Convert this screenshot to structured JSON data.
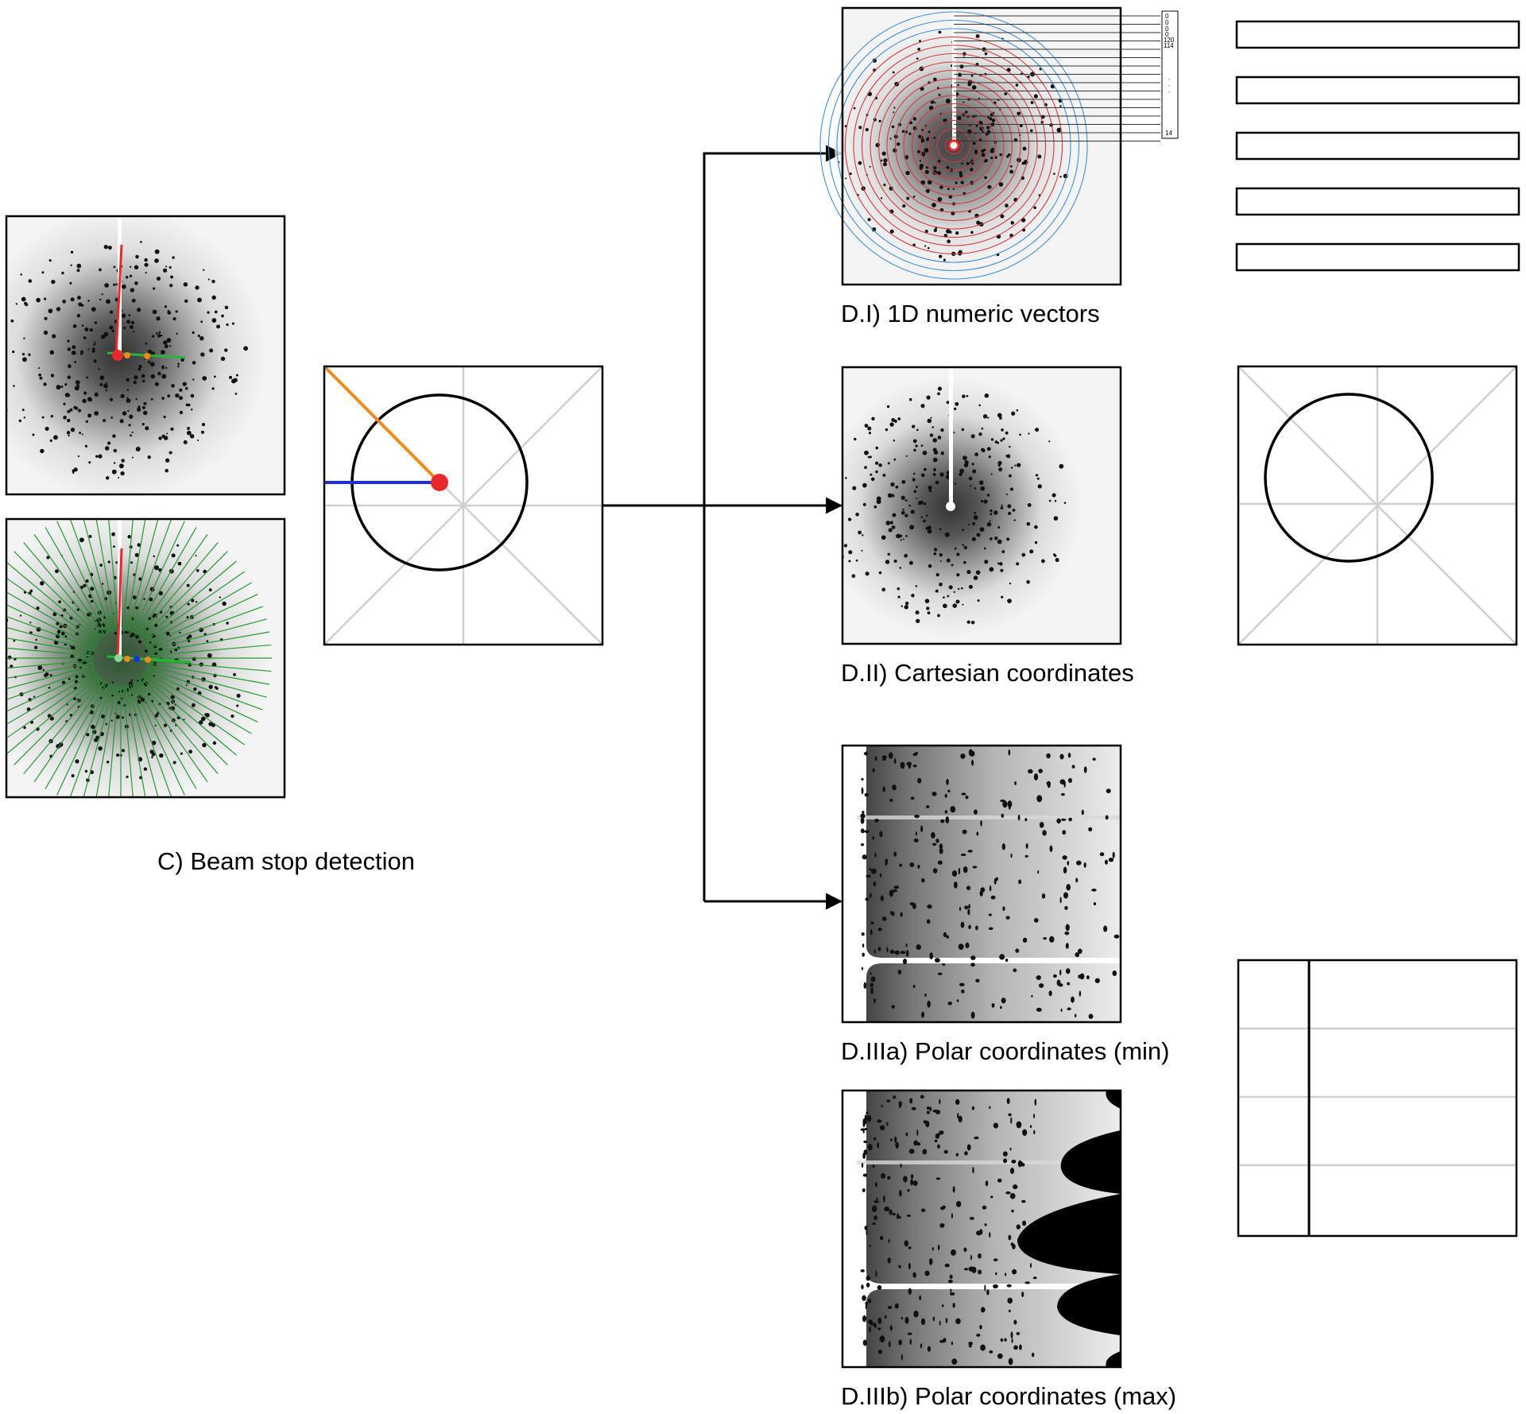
{
  "captions": {
    "c": "C) Beam stop detection",
    "d1": "D.I) 1D numeric vectors",
    "d2": "D.II) Cartesian coordinates",
    "d3a": "D.IIIa) Polar coordinates (min)",
    "d3b": "D.IIIb) Polar coordinates (max)"
  },
  "vector_labels": {
    "top": [
      "0",
      "0",
      "0",
      "0",
      "120",
      "114"
    ],
    "dots": ".\n.\n.",
    "bottom": "14"
  },
  "colors": {
    "beam_line_red": "#e8282b",
    "beam_line_green": "#27b33a",
    "ray_green": "#1f9b2d",
    "orange": "#f08a1c",
    "blue": "#1d2fd6",
    "ring_red": "#d6383a",
    "ring_blue": "#3f8fd8",
    "guide_grey": "#cfcfcf"
  },
  "icons": {
    "arrow": "arrow-right-icon",
    "beam_center": "red-dot-icon"
  }
}
